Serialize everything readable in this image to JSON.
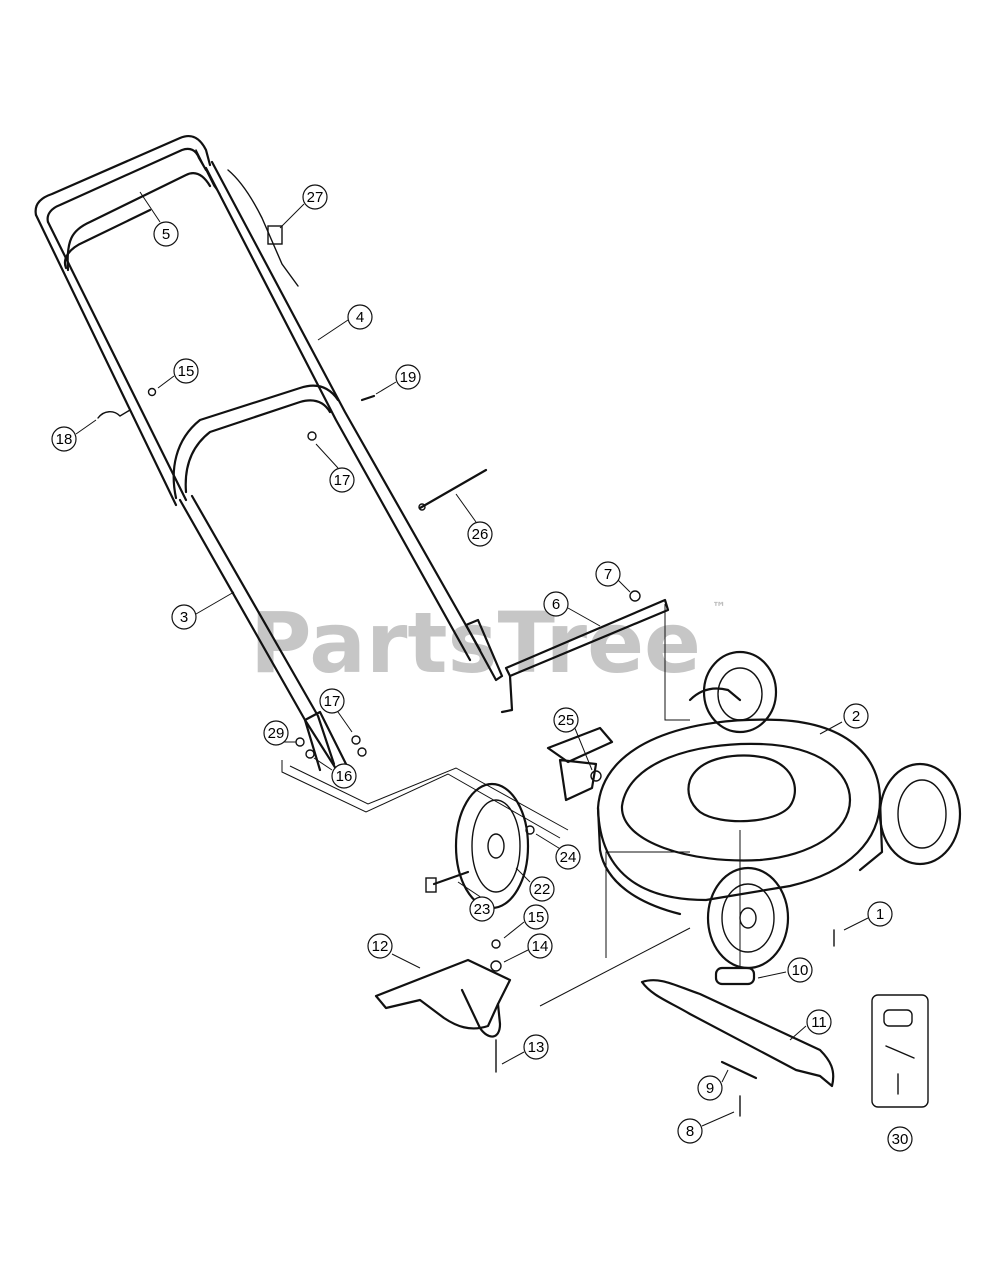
{
  "watermark": {
    "text": "PartsTree",
    "trademark": "™",
    "color": "#bdbdbd"
  },
  "callouts": [
    {
      "label": "1"
    },
    {
      "label": "2"
    },
    {
      "label": "3"
    },
    {
      "label": "4"
    },
    {
      "label": "5"
    },
    {
      "label": "6"
    },
    {
      "label": "7"
    },
    {
      "label": "8"
    },
    {
      "label": "9"
    },
    {
      "label": "10"
    },
    {
      "label": "11"
    },
    {
      "label": "12"
    },
    {
      "label": "13"
    },
    {
      "label": "14"
    },
    {
      "label": "15"
    },
    {
      "label": "15"
    },
    {
      "label": "16"
    },
    {
      "label": "17"
    },
    {
      "label": "17"
    },
    {
      "label": "18"
    },
    {
      "label": "19"
    },
    {
      "label": "22"
    },
    {
      "label": "23"
    },
    {
      "label": "24"
    },
    {
      "label": "25"
    },
    {
      "label": "26"
    },
    {
      "label": "27"
    },
    {
      "label": "29"
    },
    {
      "label": "30"
    }
  ]
}
